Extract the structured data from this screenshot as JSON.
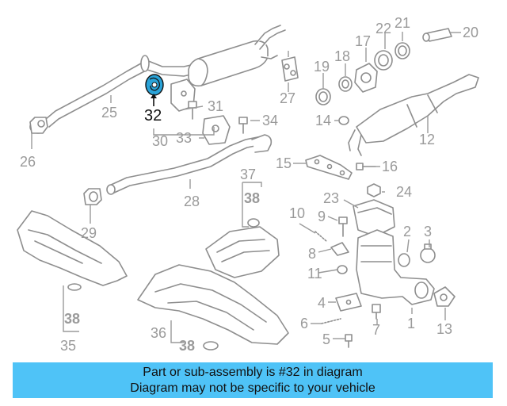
{
  "callouts": {
    "c1": "1",
    "c2": "2",
    "c3": "3",
    "c4": "4",
    "c5": "5",
    "c6": "6",
    "c7": "7",
    "c8": "8",
    "c9": "9",
    "c10": "10",
    "c11": "11",
    "c12": "12",
    "c13": "13",
    "c14": "14",
    "c15": "15",
    "c16": "16",
    "c17": "17",
    "c18": "18",
    "c19": "19",
    "c20": "20",
    "c21": "21",
    "c22": "22",
    "c23": "23",
    "c24": "24",
    "c25": "25",
    "c26": "26",
    "c27": "27",
    "c28": "28",
    "c29": "29",
    "c30": "30",
    "c31": "31",
    "c32": "32",
    "c33": "33",
    "c34": "34",
    "c35": "35",
    "c36": "36",
    "c37": "37",
    "c38a": "38",
    "c38b": "38",
    "c38c": "38"
  },
  "highlight": {
    "part_number": "32",
    "color": "#2aa3d8"
  },
  "banner": {
    "line1": "Part or sub-assembly is #32 in diagram",
    "line2": "Diagram may not be specific to your vehicle",
    "background": "#4fc3f7"
  }
}
